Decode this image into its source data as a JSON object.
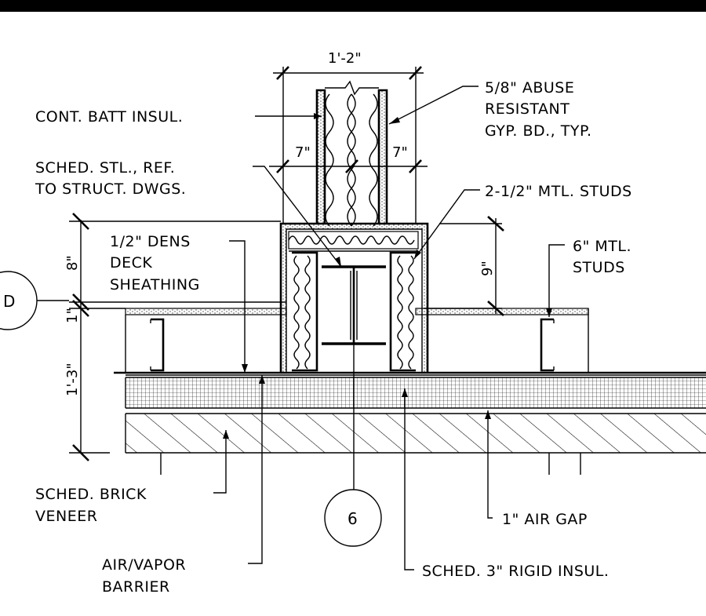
{
  "dimensions": {
    "top_width": "1'-2\"",
    "left_seven": "7\"",
    "right_seven": "7\"",
    "eight": "8\"",
    "nine": "9\"",
    "one_inch": "1\"",
    "one_three": "1'-3\""
  },
  "bubbles": {
    "column_grid": "D",
    "row_grid": "6"
  },
  "notes": {
    "abuse_gyp_line1": "5/8\" ABUSE",
    "abuse_gyp_line2": "RESISTANT",
    "abuse_gyp_line3": "GYP. BD., TYP.",
    "batt_insul": "CONT. BATT INSUL.",
    "sched_stl_line1": "SCHED. STL., REF.",
    "sched_stl_line2": "TO STRUCT. DWGS.",
    "mtl_studs_25": "2-1/2\" MTL. STUDS",
    "dens_deck_line1": "1/2\" DENS",
    "dens_deck_line2": "DECK",
    "dens_deck_line3": "SHEATHING",
    "mtl_studs_6_line1": "6\" MTL.",
    "mtl_studs_6_line2": "STUDS",
    "brick_line1": "SCHED. BRICK",
    "brick_line2": "VENEER",
    "air_gap": "1\" AIR GAP",
    "air_vapor_line1": "AIR/VAPOR",
    "air_vapor_line2": "BARRIER",
    "rigid_insul": "SCHED. 3\" RIGID INSUL."
  }
}
